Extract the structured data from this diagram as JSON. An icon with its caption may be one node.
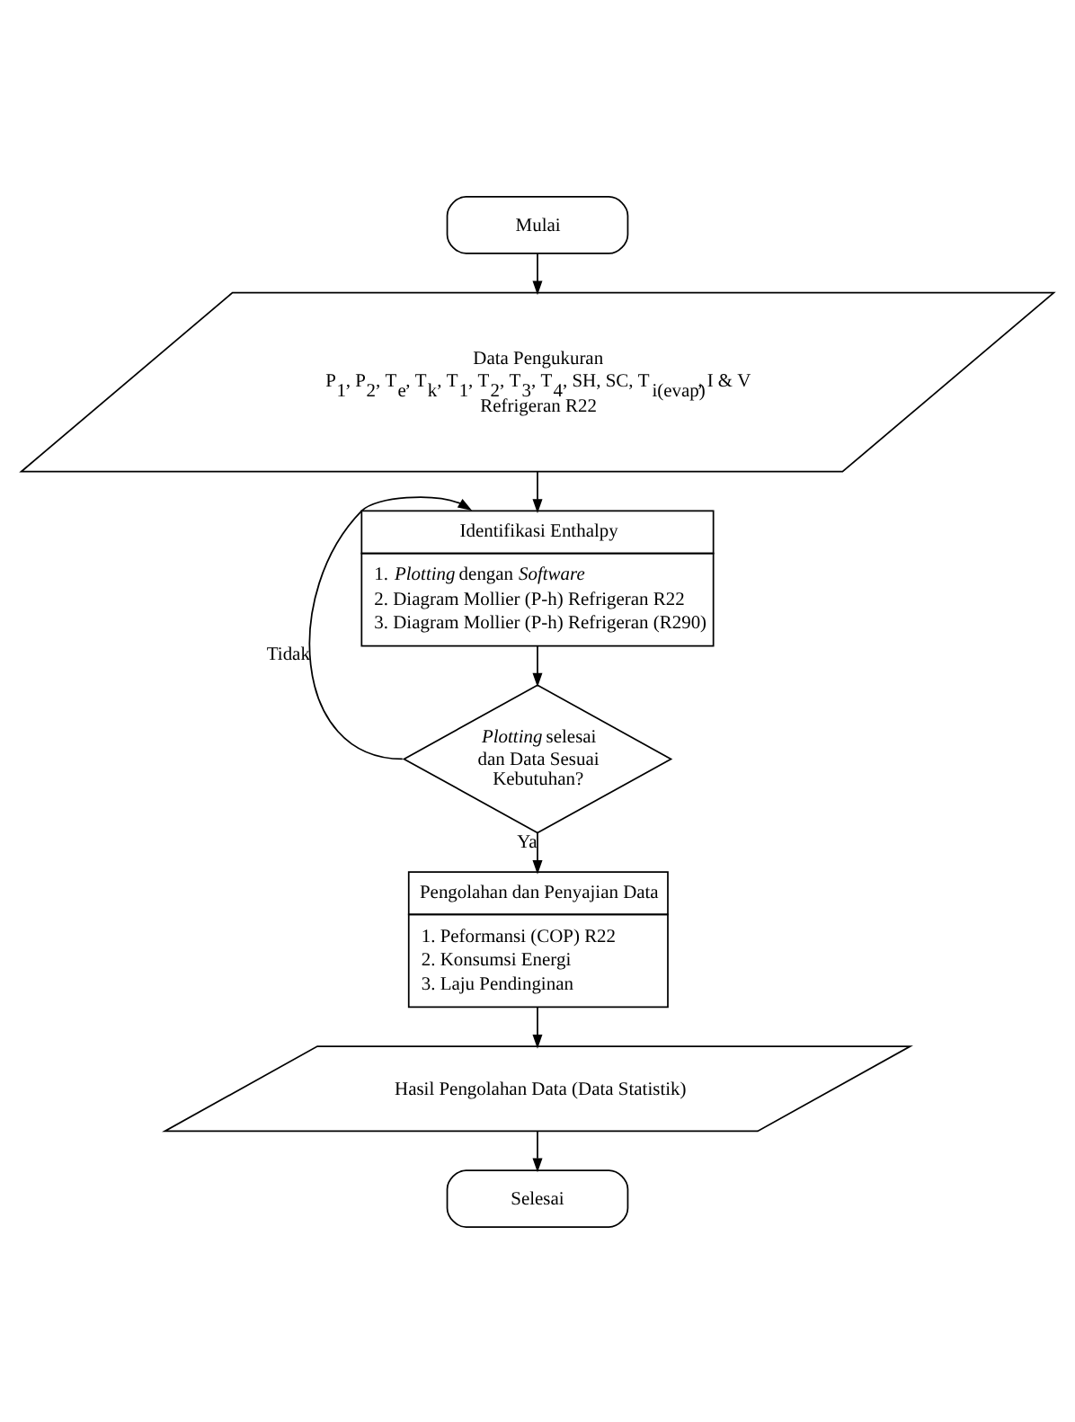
{
  "diagram": {
    "nodes": [
      {
        "text": [
          "Mulai"
        ]
      },
      {
        "text": [
          "Data Pengukuran",
          "P$_{1}$, P$_{2}$, T$_{e}$, T$_{k}$, T$_{1}$, T$_{2}$, T$_{3}$, T$_{4}$, SH, SC, T$_{i(evap)}$, I & V",
          "Refrigeran R22"
        ]
      },
      {
        "text": [
          "Identifikasi Enthalpy",
          "1. *Plotting* dengan *Software*",
          "2. Diagram Mollier (P-h) Refrigeran R22",
          "3. Diagram Mollier (P-h) Refrigeran (R290)"
        ]
      },
      {
        "text": [
          "*Plotting* selesai dan Data Sesuai Kebutuhan?"
        ]
      },
      {
        "text": [
          "Pengolahan dan Penyajian Data",
          "1. Peformansi (COP) R22",
          "2. Konsumsi Energi",
          "3. Laju Pendinginan"
        ]
      },
      {
        "text": [
          "Hasil Pengolahan Data (Data Statistik)"
        ]
      },
      {
        "text": [
          "Selesai"
        ]
      }
    ],
    "edges": [
      {
        "from": 0,
        "to": 1,
        "arrow": "to"
      },
      {
        "from": 1,
        "to": 2,
        "arrow": "to"
      },
      {
        "from": 2,
        "to": 3,
        "arrow": "to"
      },
      {
        "from": 3,
        "to": 2,
        "arrow": "to",
        "label": "Tidak"
      },
      {
        "from": 3,
        "to": 4,
        "arrow": "to",
        "label": "Ya"
      },
      {
        "from": 4,
        "to": 5,
        "arrow": "to"
      },
      {
        "from": 5,
        "to": 6,
        "arrow": "to"
      }
    ]
  }
}
